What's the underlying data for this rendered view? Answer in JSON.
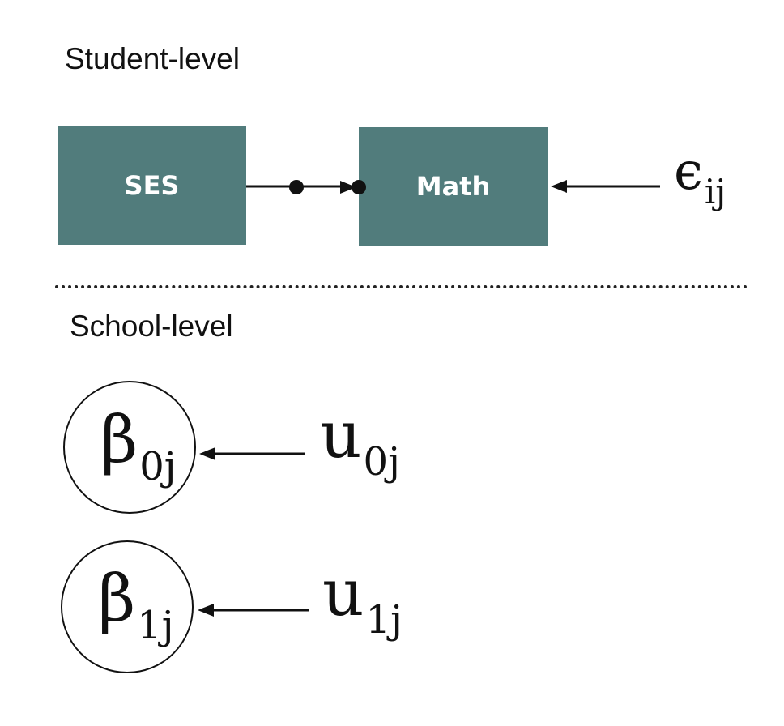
{
  "labels": {
    "student_level": "Student-level",
    "school_level": "School-level"
  },
  "nodes": {
    "ses": "SES",
    "math": "Math"
  },
  "symbols": {
    "epsilon": {
      "base": "ϵ",
      "sub": "ij"
    },
    "beta0": {
      "base": "β",
      "sub": "0j"
    },
    "beta1": {
      "base": "β",
      "sub": "1j"
    },
    "u0": {
      "base": "u",
      "sub": "0j"
    },
    "u1": {
      "base": "u",
      "sub": "1j"
    }
  },
  "colors": {
    "box_fill": "#517c7c",
    "box_text": "#ffffff",
    "line": "#111111"
  }
}
